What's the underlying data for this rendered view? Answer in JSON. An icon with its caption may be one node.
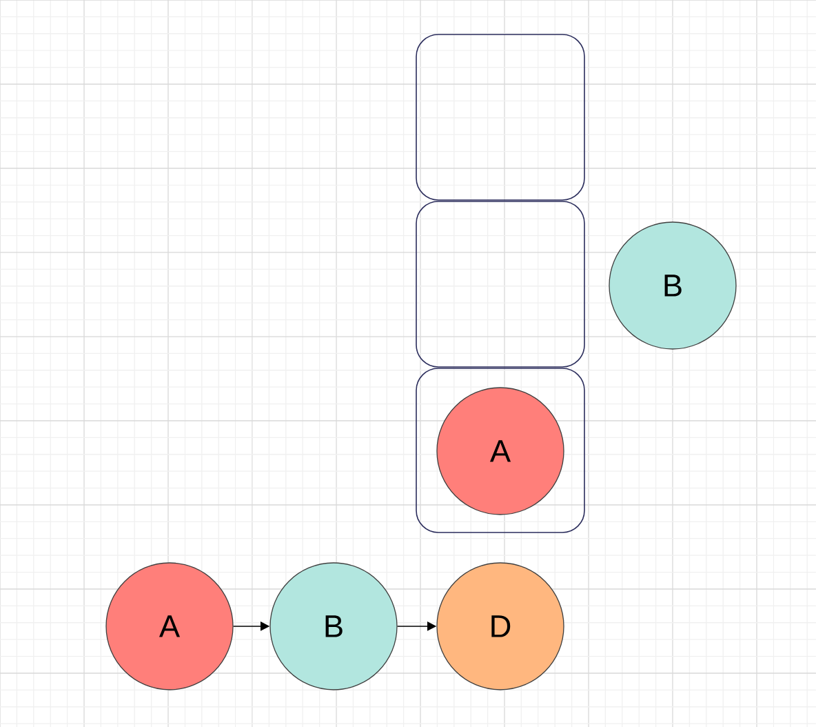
{
  "diagram": {
    "nodes": [
      {
        "text": [],
        "shape": "box"
      },
      {
        "text": [],
        "shape": "box"
      },
      {
        "text": [],
        "shape": "box"
      },
      {
        "text": [
          "A"
        ],
        "in": 2
      },
      {
        "text": [
          "B"
        ]
      },
      {
        "text": [
          "A"
        ]
      },
      {
        "text": [
          "B"
        ]
      },
      {
        "text": [
          "D"
        ]
      }
    ],
    "edges": [
      {
        "from": 5,
        "to": 6,
        "arrow": "to"
      },
      {
        "from": 6,
        "to": 7,
        "arrow": "to"
      }
    ]
  }
}
